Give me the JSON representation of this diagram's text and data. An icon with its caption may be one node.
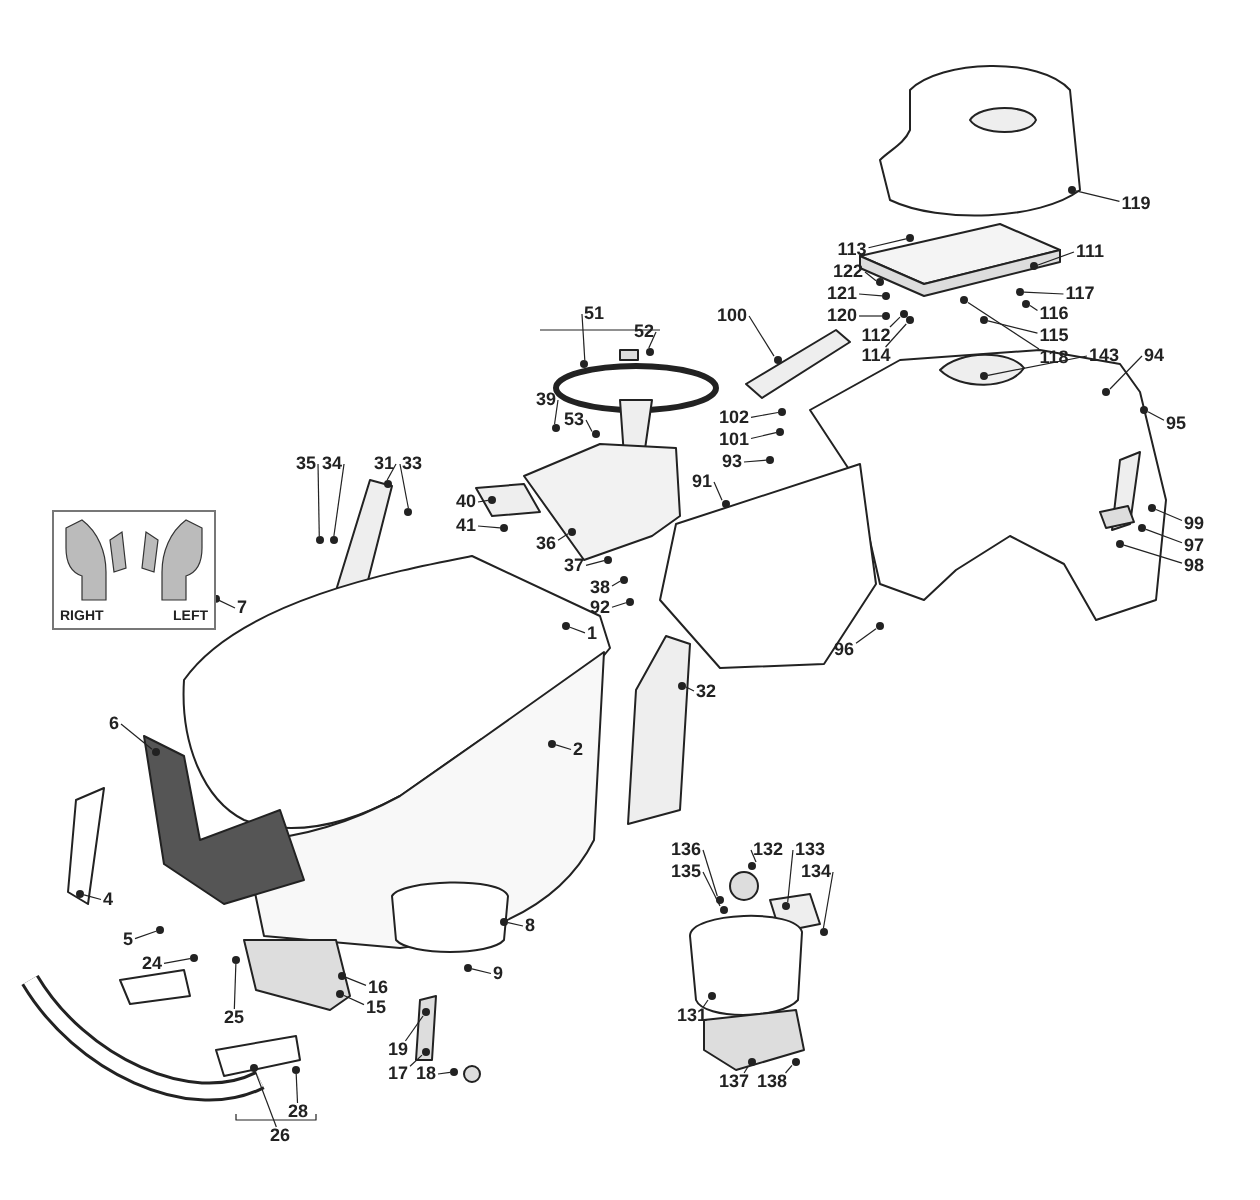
{
  "diagram": {
    "nodes": [
      {
        "text": [
          "RIGHT",
          "LEFT"
        ]
      },
      {
        "text": [
          "51"
        ]
      },
      {
        "text": [
          "52"
        ]
      },
      {
        "text": [
          "39"
        ]
      },
      {
        "text": [
          "53"
        ]
      },
      {
        "text": [
          "35"
        ]
      },
      {
        "text": [
          "34"
        ]
      },
      {
        "text": [
          "31"
        ]
      },
      {
        "text": [
          "33"
        ]
      },
      {
        "text": [
          "40"
        ]
      },
      {
        "text": [
          "41"
        ]
      },
      {
        "text": [
          "36"
        ]
      },
      {
        "text": [
          "37"
        ]
      },
      {
        "text": [
          "38"
        ]
      },
      {
        "text": [
          "92"
        ]
      },
      {
        "text": [
          "1"
        ]
      },
      {
        "text": [
          "7"
        ]
      },
      {
        "text": [
          "100"
        ]
      },
      {
        "text": [
          "102"
        ]
      },
      {
        "text": [
          "101"
        ]
      },
      {
        "text": [
          "93"
        ]
      },
      {
        "text": [
          "91"
        ]
      },
      {
        "text": [
          "113"
        ]
      },
      {
        "text": [
          "122"
        ]
      },
      {
        "text": [
          "121"
        ]
      },
      {
        "text": [
          "120"
        ]
      },
      {
        "text": [
          "112"
        ]
      },
      {
        "text": [
          "114"
        ]
      },
      {
        "text": [
          "119"
        ]
      },
      {
        "text": [
          "111"
        ]
      },
      {
        "text": [
          "117"
        ]
      },
      {
        "text": [
          "116"
        ]
      },
      {
        "text": [
          "115"
        ]
      },
      {
        "text": [
          "118"
        ]
      },
      {
        "text": [
          "143"
        ]
      },
      {
        "text": [
          "94"
        ]
      },
      {
        "text": [
          "95"
        ]
      },
      {
        "text": [
          "99"
        ]
      },
      {
        "text": [
          "97"
        ]
      },
      {
        "text": [
          "98"
        ]
      },
      {
        "text": [
          "96"
        ]
      },
      {
        "text": [
          "32"
        ]
      },
      {
        "text": [
          "2"
        ]
      },
      {
        "text": [
          "6"
        ]
      },
      {
        "text": [
          "4"
        ]
      },
      {
        "text": [
          "5"
        ]
      },
      {
        "text": [
          "8"
        ]
      },
      {
        "text": [
          "9"
        ]
      },
      {
        "text": [
          "24"
        ]
      },
      {
        "text": [
          "25"
        ]
      },
      {
        "text": [
          "16"
        ]
      },
      {
        "text": [
          "15"
        ]
      },
      {
        "text": [
          "19"
        ]
      },
      {
        "text": [
          "17"
        ]
      },
      {
        "text": [
          "18"
        ]
      },
      {
        "text": [
          "28"
        ]
      },
      {
        "text": [
          "26"
        ]
      },
      {
        "text": [
          "136"
        ]
      },
      {
        "text": [
          "135"
        ]
      },
      {
        "text": [
          "132"
        ]
      },
      {
        "text": [
          "133"
        ]
      },
      {
        "text": [
          "134"
        ]
      },
      {
        "text": [
          "131"
        ]
      },
      {
        "text": [
          "137"
        ]
      },
      {
        "text": [
          "138"
        ]
      },
      {
        "text": [],
        "shape": "circle"
      },
      {
        "text": [],
        "shape": "circle"
      },
      {
        "text": [],
        "shape": "circle"
      },
      {
        "text": [],
        "shape": "circle"
      },
      {
        "text": [],
        "shape": "circle"
      },
      {
        "text": [],
        "shape": "circle"
      },
      {
        "text": [],
        "shape": "circle"
      },
      {
        "text": [],
        "shape": "circle"
      },
      {
        "text": [],
        "shape": "circle"
      },
      {
        "text": [],
        "shape": "circle"
      },
      {
        "text": [],
        "shape": "circle"
      },
      {
        "text": [],
        "shape": "circle"
      },
      {
        "text": [],
        "shape": "circle"
      },
      {
        "text": [],
        "shape": "circle"
      },
      {
        "text": [],
        "shape": "circle"
      },
      {
        "text": [],
        "shape": "circle"
      },
      {
        "text": [],
        "shape": "circle"
      },
      {
        "text": [],
        "shape": "circle"
      },
      {
        "text": [],
        "shape": "circle"
      },
      {
        "text": [],
        "shape": "circle"
      },
      {
        "text": [],
        "shape": "circle"
      },
      {
        "text": [],
        "shape": "circle"
      },
      {
        "text": [],
        "shape": "circle"
      },
      {
        "text": [],
        "shape": "circle"
      },
      {
        "text": [],
        "shape": "circle"
      },
      {
        "text": [],
        "shape": "circle"
      },
      {
        "text": [],
        "shape": "circle"
      },
      {
        "text": [],
        "shape": "circle"
      },
      {
        "text": [],
        "shape": "circle"
      },
      {
        "text": [],
        "shape": "circle"
      },
      {
        "text": [],
        "shape": "circle"
      },
      {
        "text": [],
        "shape": "circle"
      },
      {
        "text": [],
        "shape": "circle"
      },
      {
        "text": [],
        "shape": "circle"
      },
      {
        "text": [],
        "shape": "circle"
      },
      {
        "text": [],
        "shape": "circle"
      },
      {
        "text": [],
        "shape": "circle"
      },
      {
        "text": [],
        "shape": "circle"
      },
      {
        "text": [],
        "shape": "circle"
      },
      {
        "text": [],
        "shape": "circle"
      },
      {
        "text": [],
        "shape": "circle"
      },
      {
        "text": [],
        "shape": "circle"
      },
      {
        "text": [],
        "shape": "circle"
      },
      {
        "text": [],
        "shape": "circle"
      },
      {
        "text": [],
        "shape": "circle"
      },
      {
        "text": [],
        "shape": "circle"
      },
      {
        "text": [],
        "shape": "circle"
      },
      {
        "text": [],
        "shape": "circle"
      },
      {
        "text": [],
        "shape": "circle"
      },
      {
        "text": [],
        "shape": "circle"
      },
      {
        "text": [],
        "shape": "circle"
      },
      {
        "text": [],
        "shape": "circle"
      },
      {
        "text": [],
        "shape": "circle"
      },
      {
        "text": [],
        "shape": "circle"
      },
      {
        "text": [],
        "shape": "circle"
      },
      {
        "text": [],
        "shape": "circle"
      },
      {
        "text": [],
        "shape": "circle"
      },
      {
        "text": [],
        "shape": "circle"
      },
      {
        "text": [],
        "shape": "circle"
      },
      {
        "text": [],
        "shape": "circle"
      },
      {
        "text": [],
        "shape": "circle"
      },
      {
        "text": [],
        "shape": "circle"
      },
      {
        "text": [],
        "shape": "circle"
      }
    ],
    "edges": [
      {
        "from": 1,
        "to": 65,
        "arrow": "none"
      },
      {
        "from": 2,
        "to": 66,
        "arrow": "none"
      },
      {
        "from": 3,
        "to": 67,
        "arrow": "none"
      },
      {
        "from": 4,
        "to": 68,
        "arrow": "none"
      },
      {
        "from": 5,
        "to": 69,
        "arrow": "none"
      },
      {
        "from": 6,
        "to": 70,
        "arrow": "none"
      },
      {
        "from": 7,
        "to": 71,
        "arrow": "none"
      },
      {
        "from": 8,
        "to": 72,
        "arrow": "none"
      },
      {
        "from": 9,
        "to": 73,
        "arrow": "none"
      },
      {
        "from": 10,
        "to": 74,
        "arrow": "none"
      },
      {
        "from": 11,
        "to": 75,
        "arrow": "none"
      },
      {
        "from": 12,
        "to": 76,
        "arrow": "none"
      },
      {
        "from": 13,
        "to": 77,
        "arrow": "none"
      },
      {
        "from": 14,
        "to": 78,
        "arrow": "none"
      },
      {
        "from": 15,
        "to": 79,
        "arrow": "none"
      },
      {
        "from": 16,
        "to": 0,
        "arrow": "other"
      },
      {
        "from": 17,
        "to": 80,
        "arrow": "none"
      },
      {
        "from": 18,
        "to": 81,
        "arrow": "none"
      },
      {
        "from": 19,
        "to": 82,
        "arrow": "none"
      },
      {
        "from": 20,
        "to": 83,
        "arrow": "none"
      },
      {
        "from": 21,
        "to": 84,
        "arrow": "none"
      },
      {
        "from": 22,
        "to": 85,
        "arrow": "none"
      },
      {
        "from": 23,
        "to": 86,
        "arrow": "none"
      },
      {
        "from": 24,
        "to": 87,
        "arrow": "none"
      },
      {
        "from": 25,
        "to": 88,
        "arrow": "none"
      },
      {
        "from": 26,
        "to": 89,
        "arrow": "none"
      },
      {
        "from": 27,
        "to": 90,
        "arrow": "none"
      },
      {
        "from": 28,
        "to": 91,
        "arrow": "none"
      },
      {
        "from": 29,
        "to": 92,
        "arrow": "none"
      },
      {
        "from": 30,
        "to": 93,
        "arrow": "none"
      },
      {
        "from": 31,
        "to": 94,
        "arrow": "none"
      },
      {
        "from": 32,
        "to": 95,
        "arrow": "none"
      },
      {
        "from": 33,
        "to": 96,
        "arrow": "none"
      },
      {
        "from": 34,
        "to": 97,
        "arrow": "none"
      },
      {
        "from": 35,
        "to": 98,
        "arrow": "none"
      },
      {
        "from": 36,
        "to": 99,
        "arrow": "none"
      },
      {
        "from": 37,
        "to": 100,
        "arrow": "none"
      },
      {
        "from": 38,
        "to": 101,
        "arrow": "none"
      },
      {
        "from": 39,
        "to": 102,
        "arrow": "none"
      },
      {
        "from": 40,
        "to": 103,
        "arrow": "none"
      },
      {
        "from": 41,
        "to": 104,
        "arrow": "none"
      },
      {
        "from": 42,
        "to": 105,
        "arrow": "none"
      },
      {
        "from": 43,
        "to": 106,
        "arrow": "none"
      },
      {
        "from": 44,
        "to": 107,
        "arrow": "none"
      },
      {
        "from": 45,
        "to": 108,
        "arrow": "none"
      },
      {
        "from": 46,
        "to": 109,
        "arrow": "none"
      },
      {
        "from": 47,
        "to": 110,
        "arrow": "none"
      },
      {
        "from": 48,
        "to": 111,
        "arrow": "none"
      },
      {
        "from": 49,
        "to": 112,
        "arrow": "none"
      },
      {
        "from": 50,
        "to": 113,
        "arrow": "none"
      },
      {
        "from": 51,
        "to": 114,
        "arrow": "none"
      },
      {
        "from": 52,
        "to": 115,
        "arrow": "none"
      },
      {
        "from": 53,
        "to": 116,
        "arrow": "none"
      },
      {
        "from": 54,
        "to": 117,
        "arrow": "none"
      },
      {
        "from": 55,
        "to": 118,
        "arrow": "none"
      },
      {
        "from": 56,
        "to": 119,
        "arrow": "none"
      },
      {
        "from": 57,
        "to": 120,
        "arrow": "none"
      },
      {
        "from": 58,
        "to": 121,
        "arrow": "none"
      },
      {
        "from": 59,
        "to": 122,
        "arrow": "none"
      },
      {
        "from": 60,
        "to": 123,
        "arrow": "none"
      },
      {
        "from": 61,
        "to": 124,
        "arrow": "none"
      },
      {
        "from": 62,
        "to": 125,
        "arrow": "none"
      },
      {
        "from": 63,
        "to": 126,
        "arrow": "none"
      },
      {
        "from": 64,
        "to": 127,
        "arrow": "none"
      }
    ]
  }
}
